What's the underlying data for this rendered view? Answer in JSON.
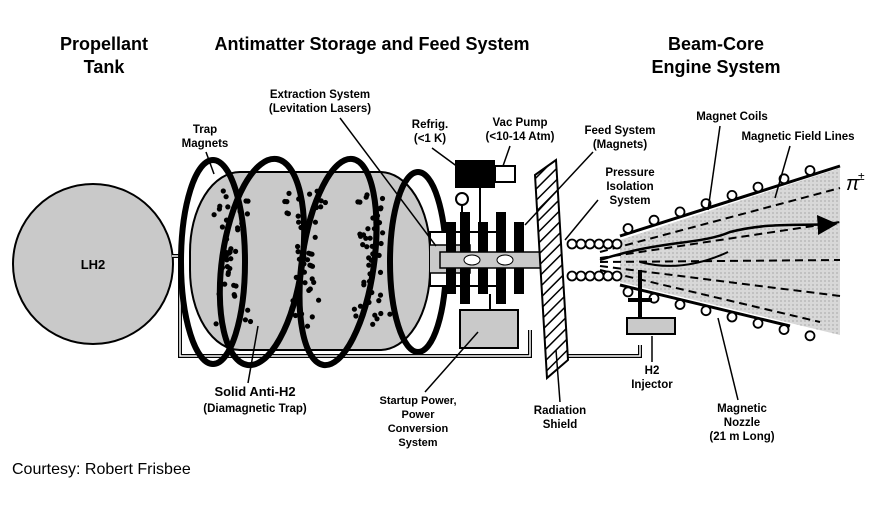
{
  "headings": {
    "propellant_tank": [
      "Propellant",
      "Tank"
    ],
    "antimatter": "Antimatter Storage and Feed System",
    "beam_core": [
      "Beam-Core",
      "Engine System"
    ]
  },
  "labels": {
    "extraction": [
      "Extraction System",
      "(Levitation Lasers)"
    ],
    "trap_magnets": [
      "Trap",
      "Magnets"
    ],
    "refrig": [
      "Refrig.",
      "(<1 K)"
    ],
    "vac_pump": [
      "Vac Pump",
      "(<10-14 Atm)"
    ],
    "feed_system": [
      "Feed System",
      "(Magnets)"
    ],
    "magnet_coils": "Magnet Coils",
    "field_lines": "Magnetic Field Lines",
    "pressure_isolation": [
      "Pressure",
      "Isolation",
      "System"
    ],
    "pion": "π",
    "pion_sup": "±",
    "lh2": "LH2",
    "solid_anti_h2": "Solid Anti-H2",
    "diamagnetic": "(Diamagnetic Trap)",
    "startup": [
      "Startup Power,",
      "Power",
      "Conversion",
      "System"
    ],
    "radiation": [
      "Radiation",
      "Shield"
    ],
    "h2_injector": [
      "H2",
      "Injector"
    ],
    "magnetic_nozzle": [
      "Magnetic",
      "Nozzle",
      "(21 m Long)"
    ]
  },
  "credit": "Courtesy: Robert Frisbee"
}
